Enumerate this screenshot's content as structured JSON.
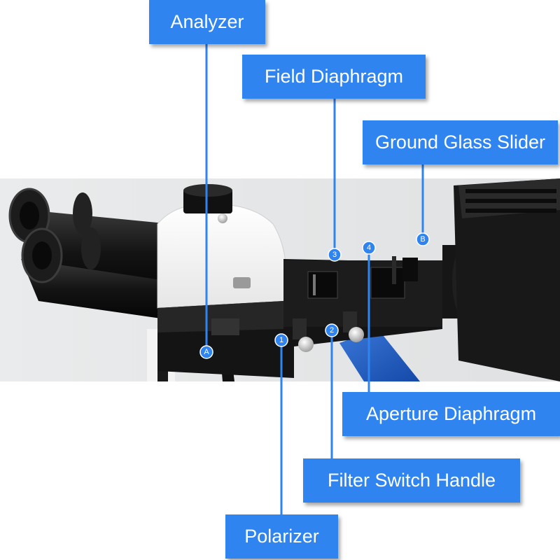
{
  "labels": {
    "analyzer": "Analyzer",
    "field_diaphragm": "Field Diaphragm",
    "ground_glass_slider": "Ground Glass Slider",
    "aperture_diaphragm": "Aperture Diaphragm",
    "filter_switch_handle": "Filter Switch Handle",
    "polarizer": "Polarizer"
  },
  "markers": {
    "a": "A",
    "b": "B",
    "one": "1",
    "two": "2",
    "three": "3",
    "four": "4"
  },
  "colors": {
    "label_background": "#2f84f0",
    "label_text": "#ffffff",
    "leader_line": "#2f84f0",
    "scene_background": "#e6e8e9"
  }
}
